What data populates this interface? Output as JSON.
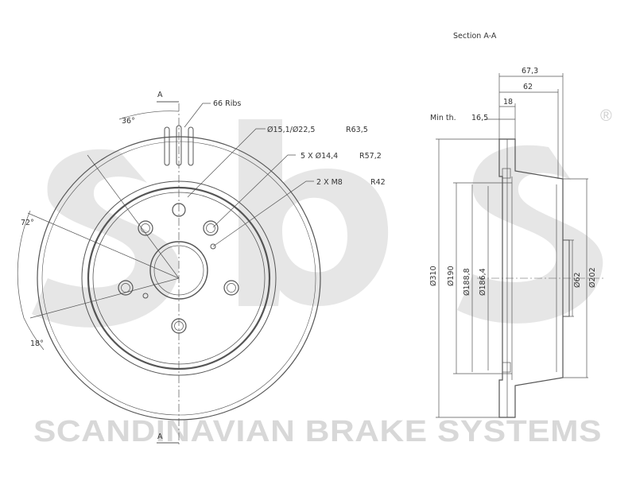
{
  "section_title": "Section A-A",
  "section_markers": {
    "top": "A",
    "bottom": "A"
  },
  "angles": {
    "top": "36°",
    "left": "72°",
    "bottom": "18°"
  },
  "callouts": {
    "ribs": "66 Ribs",
    "center_bore": "Ø15,1/Ø22,5",
    "center_bore_radius": "R63,5",
    "bolt_holes": "5 X Ø14,4",
    "bolt_holes_radius": "R57,2",
    "threaded_holes": "2 X M8",
    "threaded_holes_radius": "R42"
  },
  "dimensions": {
    "overall_height": "67,3",
    "hat_height": "62",
    "thickness": "18",
    "min_thickness_label": "Min th.",
    "min_thickness": "16,5",
    "diameters": [
      "Ø310",
      "Ø190",
      "Ø188,8",
      "Ø186,4",
      "Ø62",
      "Ø202"
    ]
  },
  "watermark": {
    "brand_text": "SCANDINAVIAN BRAKE SYSTEMS",
    "registered_mark": "®",
    "logo_text": "sbs"
  },
  "colors": {
    "line": "#555555",
    "watermark": "#d8d8d8"
  }
}
